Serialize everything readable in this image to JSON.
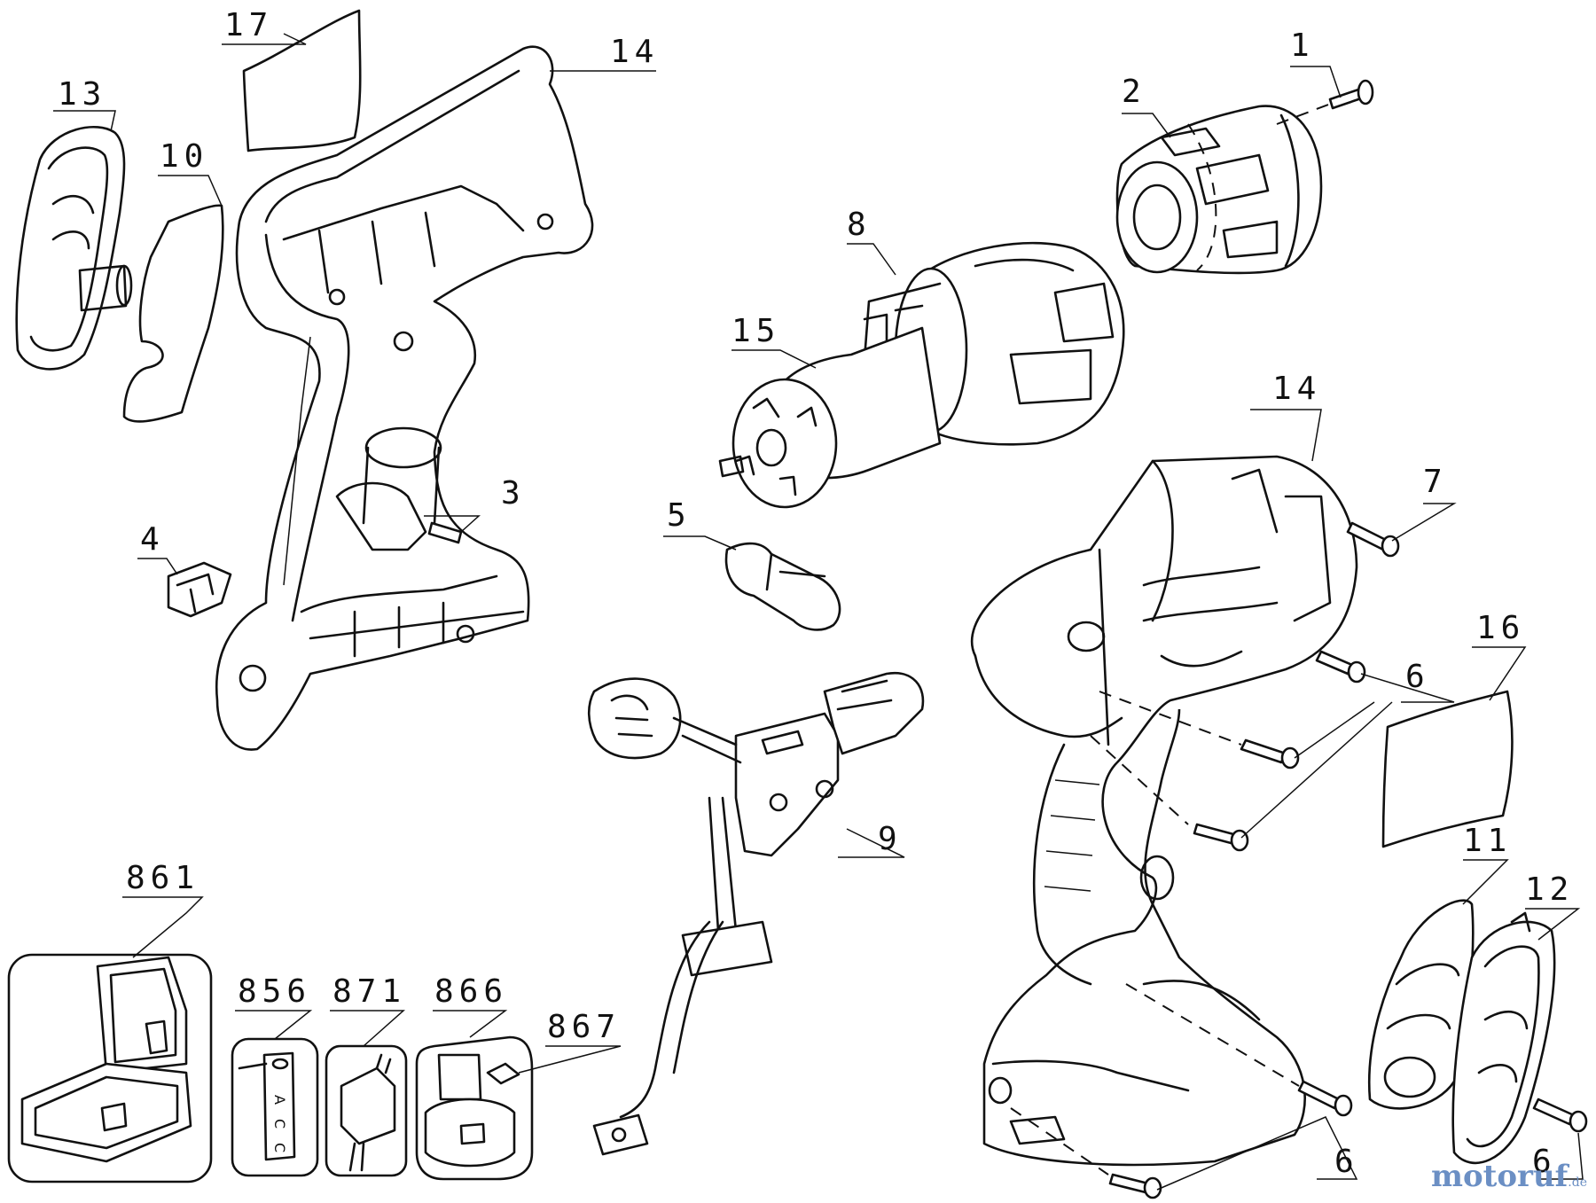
{
  "diagram": {
    "labels": {
      "p1": "1",
      "p2": "2",
      "p3": "3",
      "p4": "4",
      "p5": "5",
      "p6a": "6",
      "p6b": "6",
      "p6c": "6",
      "p7": "7",
      "p8": "8",
      "p9": "9",
      "p10": "10",
      "p11": "11",
      "p12": "12",
      "p13": "13",
      "p14a": "14",
      "p14b": "14",
      "p15": "15",
      "p16": "16",
      "p17": "17",
      "p856": "856",
      "p861": "861",
      "p866": "866",
      "p867": "867",
      "p871": "871"
    },
    "acc_label": [
      "A",
      "C",
      "C"
    ]
  },
  "watermark": {
    "brand": "motoruf",
    "tld": ".de"
  }
}
